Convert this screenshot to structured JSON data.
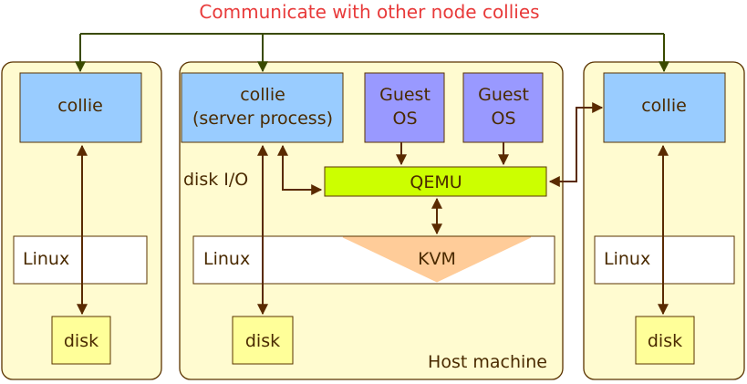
{
  "title": "Communicate with other node collies",
  "left_node": {
    "collie": "collie",
    "linux": "Linux",
    "disk": "disk"
  },
  "host_node": {
    "collie_line1": "collie",
    "collie_line2": "(server process)",
    "guest1_line1": "Guest",
    "guest1_line2": "OS",
    "guest2_line1": "Guest",
    "guest2_line2": "OS",
    "qemu": "QEMU",
    "kvm": "KVM",
    "linux": "Linux",
    "disk_io": "disk I/O",
    "disk": "disk",
    "caption": "Host machine"
  },
  "right_node": {
    "collie": "collie",
    "linux": "Linux",
    "disk": "disk"
  },
  "colors": {
    "title": "#e83a3a",
    "machine": "#fffbd0",
    "collie": "#99ccff",
    "guest_os": "#9999ff",
    "qemu": "#ccff00",
    "kvm": "#ffcc99",
    "disk": "#ffff99"
  }
}
